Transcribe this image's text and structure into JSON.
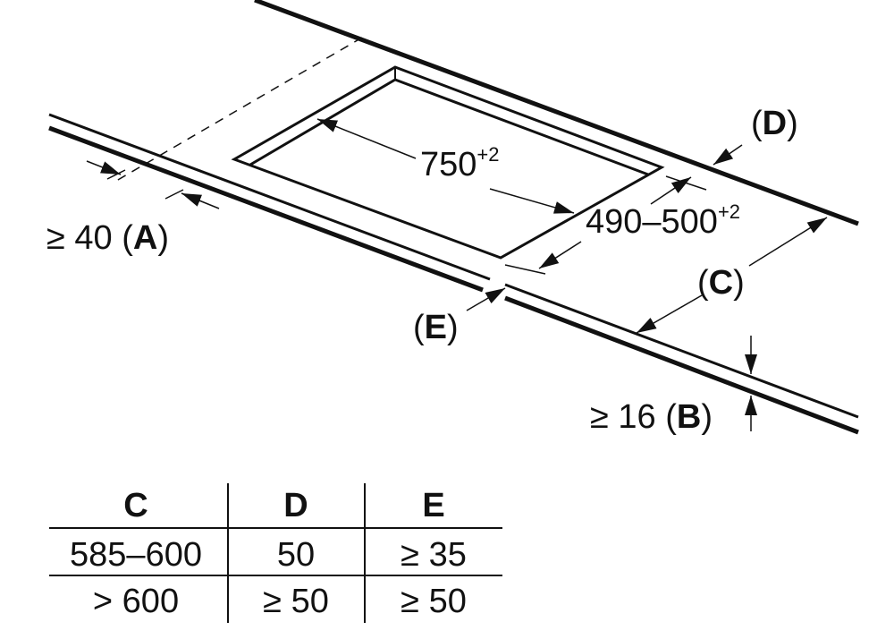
{
  "labels": {
    "width_dim": "750",
    "width_tol": "+2",
    "depth_dim": "490–500",
    "depth_tol": "+2",
    "a_prefix": "≥ 40 (",
    "a_letter": "A",
    "b_prefix": "≥ 16 (",
    "b_letter": "B",
    "c_letter": "C",
    "d_letter": "D",
    "e_letter": "E",
    "open": "(",
    "close": ")"
  },
  "table": {
    "headers": [
      "C",
      "D",
      "E"
    ],
    "rows": [
      [
        "585–600",
        "50",
        "≥ 35"
      ],
      [
        "> 600",
        "≥ 50",
        "≥ 50"
      ]
    ]
  },
  "colors": {
    "line": "#111111",
    "background": "#ffffff"
  }
}
